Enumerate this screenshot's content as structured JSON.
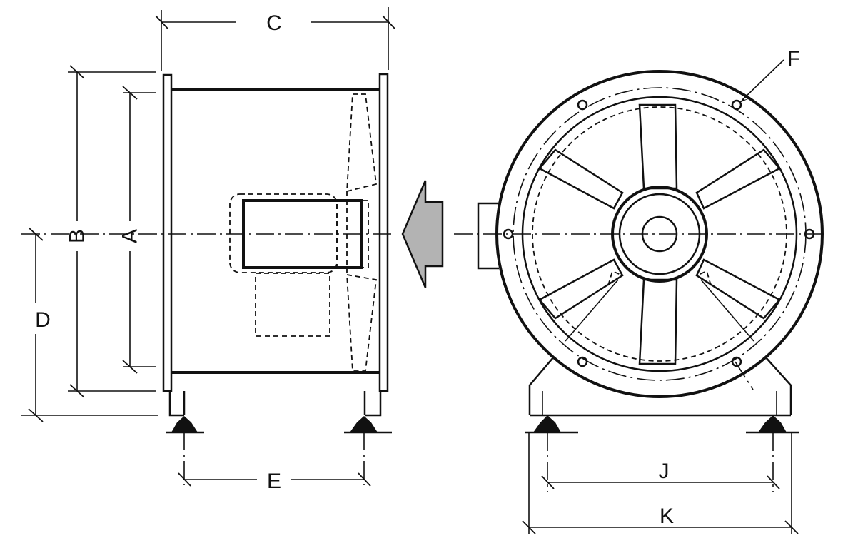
{
  "labels": {
    "A": "A",
    "B": "B",
    "C": "C",
    "D": "D",
    "E": "E",
    "F": "F",
    "J": "J",
    "K": "K"
  },
  "colors": {
    "line": "#111111",
    "arrow_fill": "#b3b3b3",
    "background": "#ffffff"
  },
  "icons": {
    "flow_arrow": "airflow-direction-arrow"
  }
}
